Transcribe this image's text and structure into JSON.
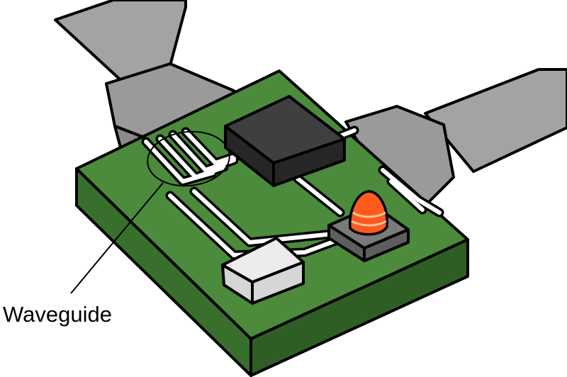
{
  "diagram": {
    "callout_label": "Waveguide",
    "components": {
      "substrate": "green-circuit-board",
      "chip": "black-ic-chip",
      "led": "orange-led",
      "small_part": "white-component",
      "connectors": [
        "left-fiber-connector",
        "right-fiber-connector"
      ]
    }
  },
  "colors": {
    "outline": "#000000",
    "board_top": "#4b8b3b",
    "board_front": "#386f2c",
    "board_side": "#2f5e25",
    "trace": "#ffffff",
    "chip_top": "#3f3f3f",
    "chip_side": "#262626",
    "cable": "#a3a3a3",
    "connector": "#9a9a9a",
    "led": "#ff5a1e",
    "led_base": "#7a7a7a",
    "white_part": "#ececec"
  }
}
